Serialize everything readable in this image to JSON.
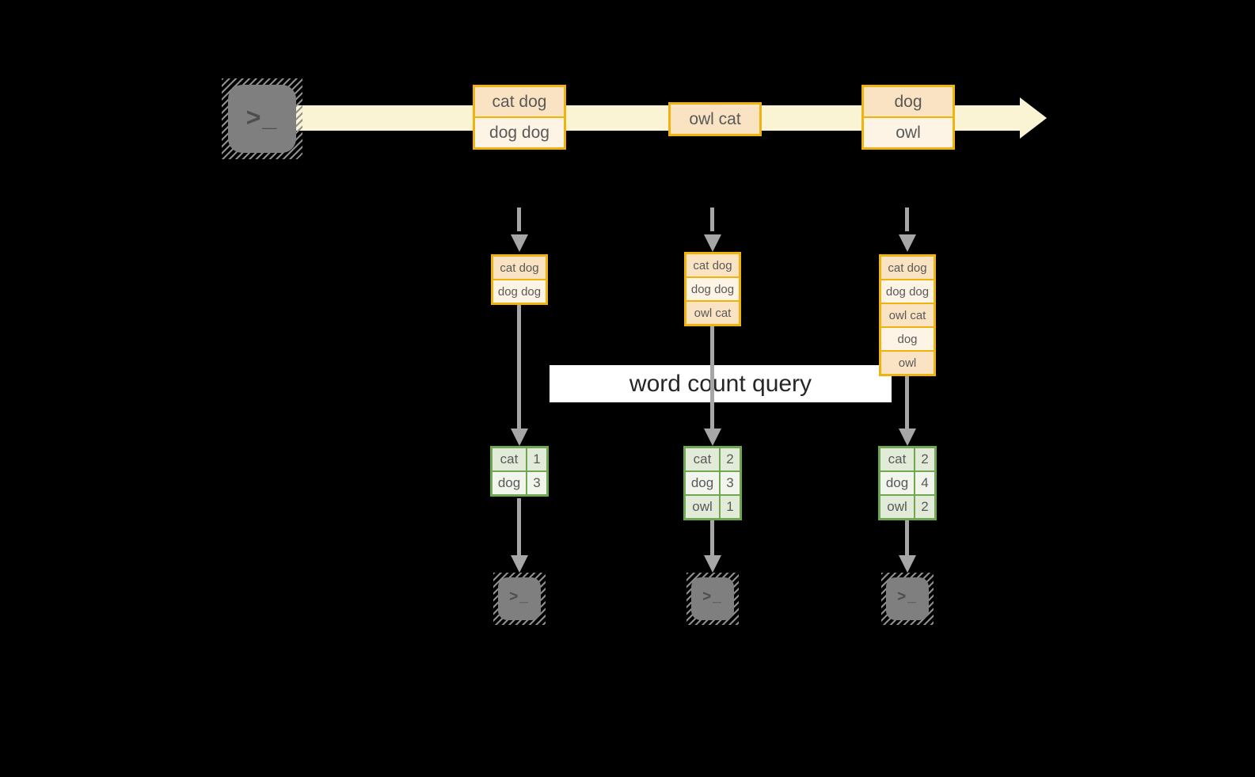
{
  "query_label": "word count query",
  "terminal_prompt_text": ">_",
  "colors": {
    "background": "#000000",
    "stream_band": "#FAF3D4",
    "message_border": "#F0B30E",
    "message_fill_dark": "#FAE3C2",
    "message_fill_light": "#FDF4E6",
    "table_border": "#6FA850",
    "table_fill_dark": "#E2EAD8",
    "table_fill_light": "#F1F5EC",
    "arrow": "#A6A6A6",
    "terminal": "#7F7F7F",
    "cell_text": "#595959",
    "label_bg": "#FFFFFF",
    "label_text": "#262626"
  },
  "stream_messages": [
    {
      "lines": [
        "cat dog",
        "dog dog"
      ]
    },
    {
      "lines": [
        "owl cat"
      ]
    },
    {
      "lines": [
        "dog",
        "owl"
      ]
    }
  ],
  "columns": [
    {
      "buffer": [
        "cat dog",
        "dog dog"
      ],
      "counts": [
        {
          "word": "cat",
          "count": "1"
        },
        {
          "word": "dog",
          "count": "3"
        }
      ]
    },
    {
      "buffer": [
        "cat dog",
        "dog dog",
        "owl cat"
      ],
      "counts": [
        {
          "word": "cat",
          "count": "2"
        },
        {
          "word": "dog",
          "count": "3"
        },
        {
          "word": "owl",
          "count": "1"
        }
      ]
    },
    {
      "buffer": [
        "cat dog",
        "dog dog",
        "owl cat",
        "dog",
        "owl"
      ],
      "counts": [
        {
          "word": "cat",
          "count": "2"
        },
        {
          "word": "dog",
          "count": "4"
        },
        {
          "word": "owl",
          "count": "2"
        }
      ]
    }
  ]
}
